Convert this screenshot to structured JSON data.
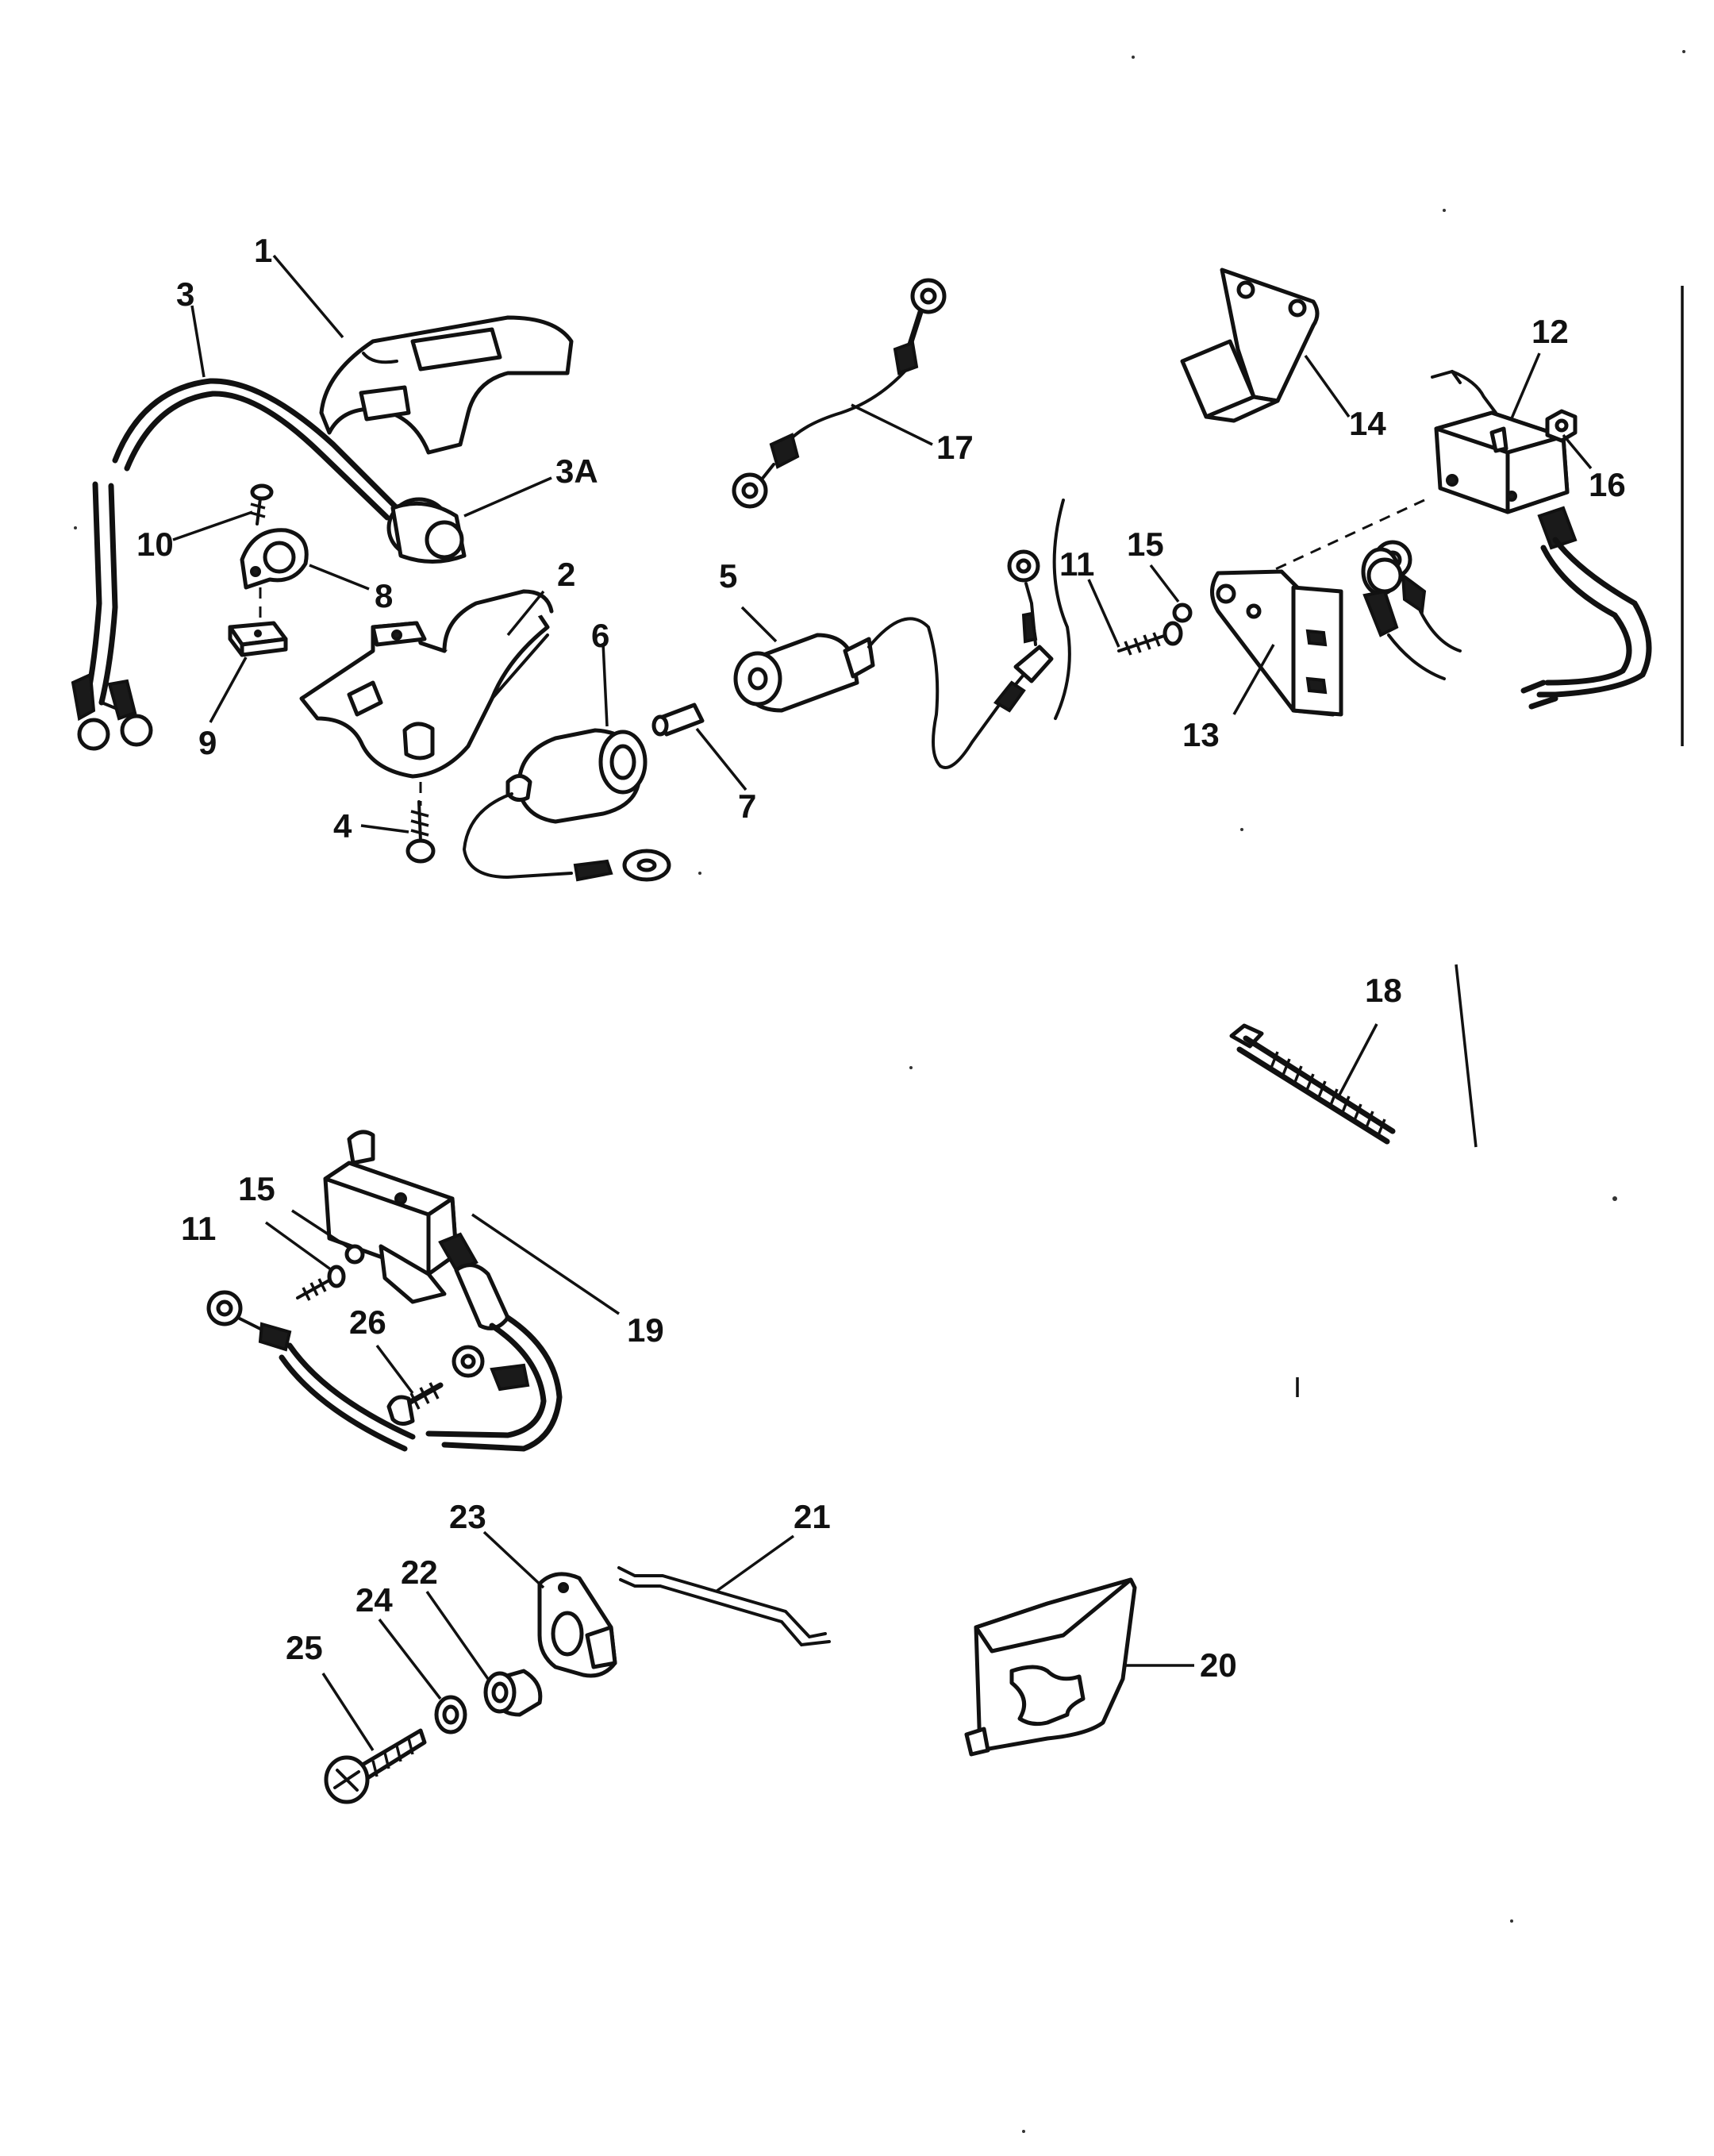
{
  "callouts": {
    "c1": "1",
    "c2": "2",
    "c3": "3",
    "c3a": "3A",
    "c4": "4",
    "c5": "5",
    "c6": "6",
    "c7": "7",
    "c8": "8",
    "c9": "9",
    "c10": "10",
    "c11a": "11",
    "c11b": "11",
    "c12": "12",
    "c13": "13",
    "c14": "14",
    "c15a": "15",
    "c15b": "15",
    "c16": "16",
    "c17": "17",
    "c18": "18",
    "c19": "19",
    "c20": "20",
    "c21": "21",
    "c22": "22",
    "c23": "23",
    "c24": "24",
    "c25": "25",
    "c26": "26"
  }
}
